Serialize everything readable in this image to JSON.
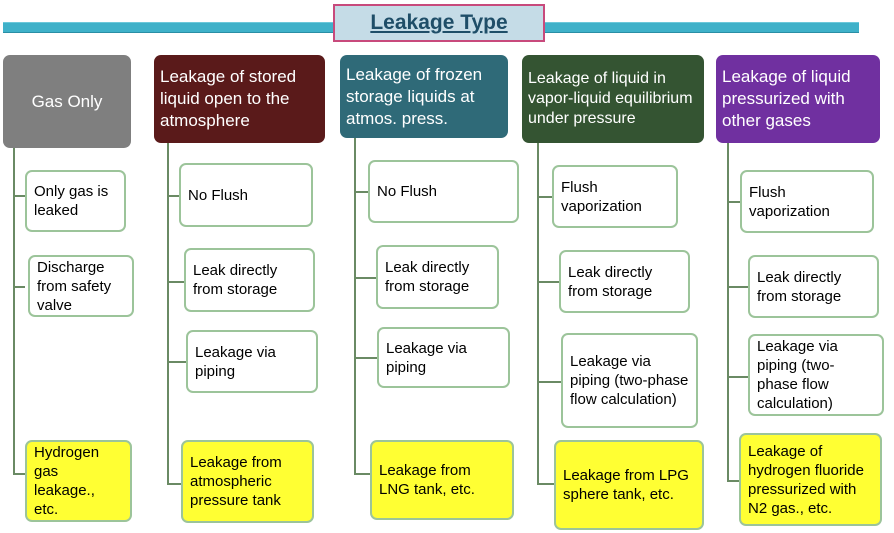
{
  "title": "Leakage Type",
  "columns": [
    {
      "header": "Gas Only",
      "color": "#7f7f7f",
      "items": [
        "Only gas is leaked",
        "Discharge from safety valve",
        "Hydrogen gas leakage., etc."
      ]
    },
    {
      "header": "Leakage of stored liquid open to the atmosphere",
      "color": "#5a1a1a",
      "items": [
        "No Flush",
        "Leak directly from storage",
        "Leakage via piping",
        "Leakage from atmospheric pressure tank"
      ]
    },
    {
      "header": "Leakage of frozen storage liquids at atmos. press.",
      "color": "#2f6a78",
      "items": [
        "No Flush",
        "Leak directly from storage",
        "Leakage via piping",
        "Leakage from LNG tank, etc."
      ]
    },
    {
      "header": "Leakage of liquid in vapor-liquid equilibrium under pressure",
      "color": "#345432",
      "items": [
        "Flush vaporization",
        "Leak directly from storage",
        "Leakage via piping (two-phase flow calculation)",
        "Leakage from LPG sphere tank, etc."
      ]
    },
    {
      "header": "Leakage of liquid pressurized with other gases",
      "color": "#7030a0",
      "items": [
        "Flush vaporization",
        "Leak directly from storage",
        "Leakage via piping (two-phase flow calculation)",
        "Leakage of hydrogen fluoride pressurized with N2 gas., etc."
      ]
    }
  ]
}
